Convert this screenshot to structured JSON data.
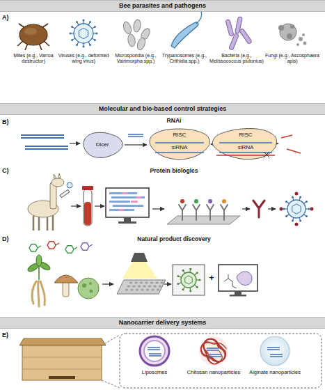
{
  "diagram": {
    "nodes": [
      {
        "text": [
          "Bee parasites and pathogens"
        ]
      },
      {
        "text": [
          "Molecular and bio-based control strategies"
        ]
      },
      {
        "text": [
          "Dicer"
        ]
      },
      {
        "text": [
          "RISC",
          "siRNA"
        ]
      },
      {
        "text": [
          "RISC",
          "siRNA"
        ]
      },
      {
        "text": [
          "Nanocarrier delivery systems"
        ]
      }
    ],
    "edges": [
      {
        "from": 2,
        "to": 3,
        "arrow": "to"
      },
      {
        "from": 3,
        "to": 4,
        "arrow": "to"
      }
    ],
    "labels": [
      "A)",
      "Mites (e.g., Varroa destructor)",
      "Viruses (e.g., deformed wing virus)",
      "Microsporidia (e.g., Vairimorpha spp.)",
      "Trypanosomes (e.g., Crithidia spp.)",
      "Bacteria (e.g., Melissococcus plutonius)",
      "Fungi (e.g., Ascosphaera apis)",
      "B)",
      "RNAi",
      "C)",
      "Protein biologics",
      "D)",
      "Natural product discovery",
      "+",
      "E)",
      "Liposomes",
      "Chitosan nanoparticles",
      "Alginate nanoparticles"
    ]
  }
}
